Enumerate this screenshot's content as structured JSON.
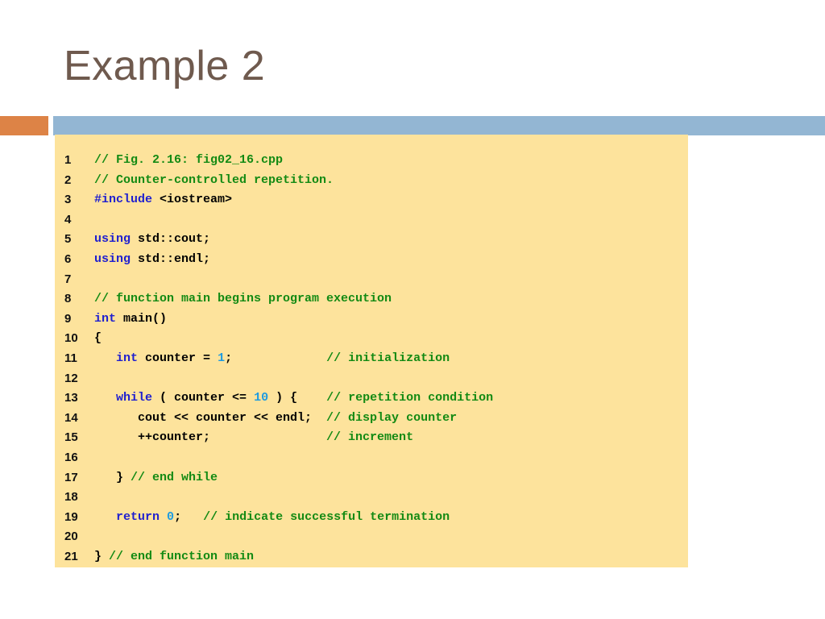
{
  "slide": {
    "title": "Example 2"
  },
  "colors": {
    "title": "#6f5a4e",
    "accent_orange": "#dd8346",
    "accent_blue": "#93b6d3",
    "code_background": "#fde39c",
    "keyword": "#1f1fcf",
    "comment": "#138a13",
    "number": "#1e9be0",
    "plain": "#000000"
  },
  "code": {
    "lines": [
      {
        "num": "1",
        "tokens": [
          {
            "t": "com",
            "v": "// Fig. 2.16: fig02_16.cpp"
          }
        ]
      },
      {
        "num": "2",
        "tokens": [
          {
            "t": "com",
            "v": "// Counter-controlled repetition."
          }
        ]
      },
      {
        "num": "3",
        "tokens": [
          {
            "t": "kw",
            "v": "#include"
          },
          {
            "t": "plain",
            "v": " <iostream>"
          }
        ]
      },
      {
        "num": "4",
        "tokens": []
      },
      {
        "num": "5",
        "tokens": [
          {
            "t": "kw",
            "v": "using"
          },
          {
            "t": "plain",
            "v": " std::cout;"
          }
        ]
      },
      {
        "num": "6",
        "tokens": [
          {
            "t": "kw",
            "v": "using"
          },
          {
            "t": "plain",
            "v": " std::endl;"
          }
        ]
      },
      {
        "num": "7",
        "tokens": []
      },
      {
        "num": "8",
        "tokens": [
          {
            "t": "com",
            "v": "// function main begins program execution"
          }
        ]
      },
      {
        "num": "9",
        "tokens": [
          {
            "t": "kw",
            "v": "int"
          },
          {
            "t": "plain",
            "v": " main()"
          }
        ]
      },
      {
        "num": "10",
        "tokens": [
          {
            "t": "plain",
            "v": "{"
          }
        ]
      },
      {
        "num": "11",
        "tokens": [
          {
            "t": "plain",
            "v": "   "
          },
          {
            "t": "kw",
            "v": "int"
          },
          {
            "t": "plain",
            "v": " counter = "
          },
          {
            "t": "num",
            "v": "1"
          },
          {
            "t": "plain",
            "v": ";             "
          },
          {
            "t": "com",
            "v": "// initialization"
          }
        ]
      },
      {
        "num": "12",
        "tokens": []
      },
      {
        "num": "13",
        "tokens": [
          {
            "t": "plain",
            "v": "   "
          },
          {
            "t": "kw",
            "v": "while"
          },
          {
            "t": "plain",
            "v": " ( counter <= "
          },
          {
            "t": "num",
            "v": "10"
          },
          {
            "t": "plain",
            "v": " ) {    "
          },
          {
            "t": "com",
            "v": "// repetition condition"
          }
        ]
      },
      {
        "num": "14",
        "tokens": [
          {
            "t": "plain",
            "v": "      cout << counter << endl;  "
          },
          {
            "t": "com",
            "v": "// display counter"
          }
        ]
      },
      {
        "num": "15",
        "tokens": [
          {
            "t": "plain",
            "v": "      ++counter;                "
          },
          {
            "t": "com",
            "v": "// increment"
          }
        ]
      },
      {
        "num": "16",
        "tokens": []
      },
      {
        "num": "17",
        "tokens": [
          {
            "t": "plain",
            "v": "   } "
          },
          {
            "t": "com",
            "v": "// end while"
          }
        ]
      },
      {
        "num": "18",
        "tokens": []
      },
      {
        "num": "19",
        "tokens": [
          {
            "t": "plain",
            "v": "   "
          },
          {
            "t": "kw",
            "v": "return"
          },
          {
            "t": "plain",
            "v": " "
          },
          {
            "t": "num",
            "v": "0"
          },
          {
            "t": "plain",
            "v": ";   "
          },
          {
            "t": "com",
            "v": "// indicate successful termination"
          }
        ]
      },
      {
        "num": "20",
        "tokens": []
      },
      {
        "num": "21",
        "tokens": [
          {
            "t": "plain",
            "v": "} "
          },
          {
            "t": "com",
            "v": "// end function main"
          }
        ]
      }
    ]
  }
}
